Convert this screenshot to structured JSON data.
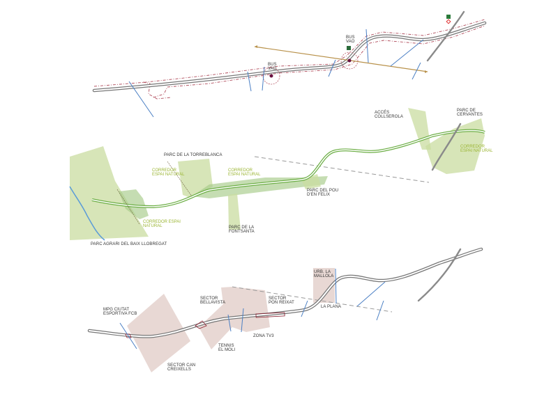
{
  "panel_top": {
    "labels": {
      "bus_vao_1": [
        "BUS",
        "VAO"
      ],
      "bus_vao_2": [
        "BUS",
        "VAO"
      ]
    },
    "colors": {
      "road": "#777777",
      "axis": "#b8914a",
      "bus_stop": "#6a1040",
      "dashed_limit": "#b04a5a",
      "crossings": "#4a7fc4"
    }
  },
  "panel_middle": {
    "labels": {
      "acces_collserola": [
        "ACCÉS",
        "COLLSEROLA"
      ],
      "parc_cervantes": [
        "PARC  DE",
        "CERVANTES"
      ],
      "corredor_right": [
        "CORREDOR",
        "ESPAI NATURAL"
      ],
      "parc_torreblanca": "PARC DE LA TORREBLANCA",
      "corredor_left": [
        "CORREDOR",
        "ESPAI NATURAL"
      ],
      "corredor_center": [
        "CORREDOR",
        "ESPAI NATURAL"
      ],
      "parc_pou": [
        "PARC DEL POU",
        "D'EN FELIX"
      ],
      "corredor_bottom": [
        "CORREDOR ESPAI",
        "NATURAL"
      ],
      "parc_fontsanta": [
        "PARC DE LA",
        "FONTSANTA"
      ],
      "parc_agrari": "PARC AGRARI DEL BAIX LLOBREGAT"
    },
    "colors": {
      "corridor": "#6cae45",
      "park": "#c9dca0",
      "river": "#5a9bd8",
      "label_green": "#9bb533"
    }
  },
  "panel_bottom": {
    "labels": {
      "urb_mallola": [
        "URB. LA",
        "MALLOLA"
      ],
      "sector_bellavista": [
        "SECTOR",
        "BELLAVISTA"
      ],
      "sector_pon_reixat": [
        "SECTOR",
        "PON REIXAT"
      ],
      "la_plana": "LA PLANA",
      "mpg": [
        "MPG CIUTAT",
        "ESPORTIVA FCB"
      ],
      "zona_tv3": "ZONA TV3",
      "tennis": [
        "TENNIS",
        "EL MOLI"
      ],
      "sector_can_creixells": [
        "SECTOR CAN",
        "CREIXELLS"
      ]
    },
    "colors": {
      "sector": "#e6d4cf"
    }
  }
}
